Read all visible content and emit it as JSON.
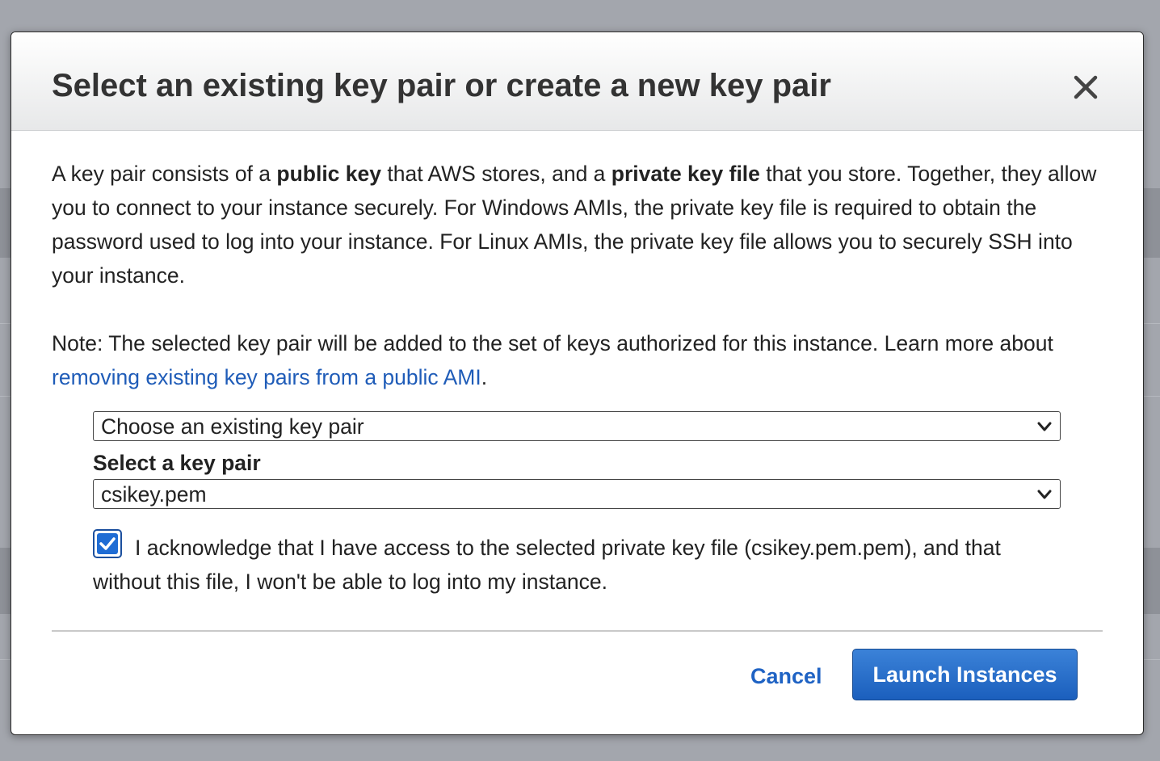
{
  "modal": {
    "title": "Select an existing key pair or create a new key pair",
    "close_icon": "close-icon",
    "intro": {
      "t1": "A key pair consists of a ",
      "b1": "public key",
      "t2": " that AWS stores, and a ",
      "b2": "private key file",
      "t3": " that you store. Together, they allow you to connect to your instance securely. For Windows AMIs, the private key file is required to obtain the password used to log into your instance. For Linux AMIs, the private key file allows you to securely SSH into your instance."
    },
    "note": {
      "text": "Note: The selected key pair will be added to the set of keys authorized for this instance. Learn more about ",
      "link": "removing existing key pairs from a public AMI",
      "end": "."
    },
    "key_pair_mode": {
      "selected": "Choose an existing key pair",
      "icon": "chevron-down-icon"
    },
    "key_pair_select": {
      "label": "Select a key pair",
      "selected": "csikey.pem",
      "icon": "chevron-down-icon"
    },
    "acknowledge": {
      "checked": true,
      "text": "I acknowledge that I have access to the selected private key file (csikey.pem.pem), and that without this file, I won't be able to log into my instance.",
      "icon": "checkmark-icon"
    },
    "buttons": {
      "cancel": "Cancel",
      "launch": "Launch Instances"
    }
  },
  "colors": {
    "link": "#1f5cb8",
    "primary_button": "#1b5fbd",
    "checkbox": "#1f6cd4",
    "overlay": "#9a9ea5"
  }
}
